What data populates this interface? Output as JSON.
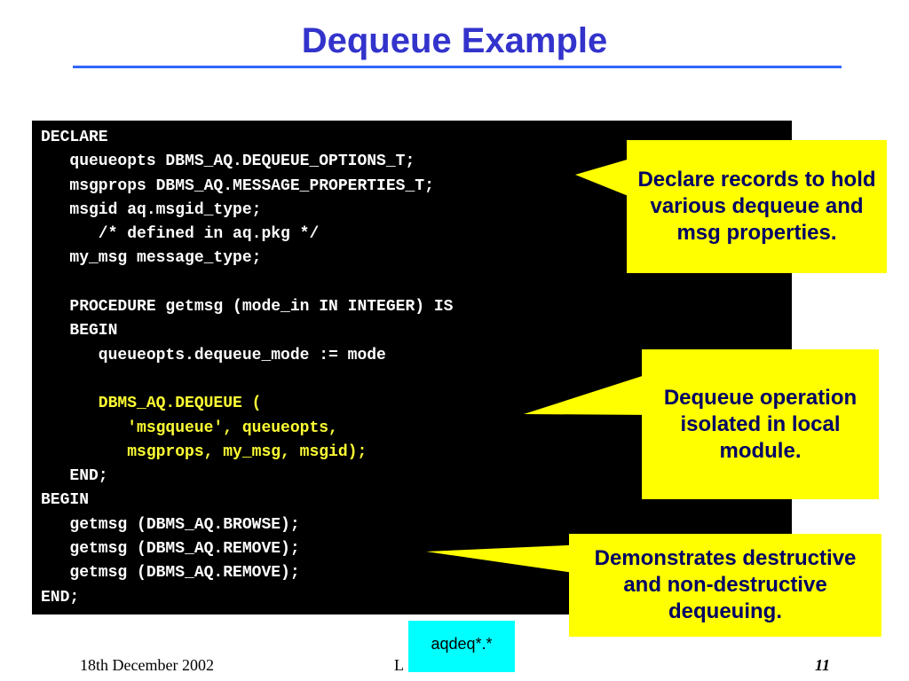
{
  "slide": {
    "title": "Dequeue Example"
  },
  "code": {
    "lines": [
      {
        "text": "DECLARE",
        "highlight": false
      },
      {
        "text": "   queueopts DBMS_AQ.DEQUEUE_OPTIONS_T;",
        "highlight": false
      },
      {
        "text": "   msgprops DBMS_AQ.MESSAGE_PROPERTIES_T;",
        "highlight": false
      },
      {
        "text": "   msgid aq.msgid_type;",
        "highlight": false
      },
      {
        "text": "      /* defined in aq.pkg */",
        "highlight": false
      },
      {
        "text": "   my_msg message_type;",
        "highlight": false
      },
      {
        "text": "",
        "highlight": false
      },
      {
        "text": "   PROCEDURE getmsg (mode_in IN INTEGER) IS",
        "highlight": false
      },
      {
        "text": "   BEGIN",
        "highlight": false
      },
      {
        "text": "      queueopts.dequeue_mode := mode",
        "highlight": false
      },
      {
        "text": "",
        "highlight": false
      },
      {
        "text": "      DBMS_AQ.DEQUEUE (",
        "highlight": true
      },
      {
        "text": "         'msgqueue', queueopts,",
        "highlight": true
      },
      {
        "text": "         msgprops, my_msg, msgid);",
        "highlight": true
      },
      {
        "text": "   END;",
        "highlight": false
      },
      {
        "text": "BEGIN",
        "highlight": false
      },
      {
        "text": "   getmsg (DBMS_AQ.BROWSE);",
        "highlight": false
      },
      {
        "text": "   getmsg (DBMS_AQ.REMOVE);",
        "highlight": false
      },
      {
        "text": "   getmsg (DBMS_AQ.REMOVE);",
        "highlight": false
      },
      {
        "text": "END;",
        "highlight": false
      }
    ]
  },
  "callouts": {
    "declare": "Declare records to hold various dequeue and msg properties.",
    "dequeue": "Dequeue operation isolated in local module.",
    "demonstrates": "Demonstrates destructive and non-destructive dequeuing."
  },
  "file_tag": "aqdeq*.*",
  "footer": {
    "date": "18th December 2002",
    "middle": "L",
    "page": "11"
  },
  "colors": {
    "title": "#3333cc",
    "rule": "#3366ff",
    "code_bg": "#000000",
    "code_text": "#ffffff",
    "code_highlight": "#ffff33",
    "callout_bg": "#ffff00",
    "callout_text": "#000066",
    "file_tag_bg": "#00ffff"
  }
}
